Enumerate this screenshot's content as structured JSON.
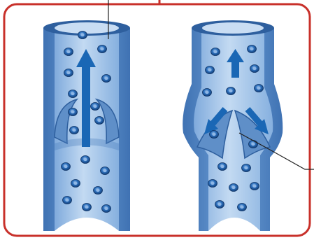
{
  "figure": {
    "frame_color": "#c8302a",
    "background": "#ffffff",
    "vessel_wall_color": "#5f8fc8",
    "vessel_lumen_color": "#9fc0e6",
    "vessel_highlight_color": "#c7dcf3",
    "blood_cell_color": "#1f5ea8",
    "arrow_color": "#1a67b5",
    "leader_line_color": "#222222",
    "panels": [
      {
        "id": "open-valve",
        "valve_state": "open",
        "flow": "upward"
      },
      {
        "id": "closed-valve",
        "valve_state": "closed",
        "flow": "backflow-blocked"
      }
    ]
  }
}
